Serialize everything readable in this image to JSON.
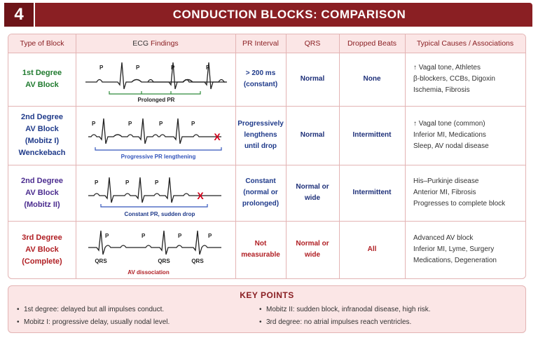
{
  "header": {
    "number": "4",
    "title": "CONDUCTION BLOCKS: COMPARISON"
  },
  "columns": {
    "type": "Type of Block",
    "ecg_a": "ECG",
    "ecg_b": "Findings",
    "pr": "PR Interval",
    "qrs": "QRS",
    "dropped": "Dropped Beats",
    "causes": "Typical Causes / Associations"
  },
  "rows": [
    {
      "type": "1st Degree\nAV Block",
      "ecg_caption": "Prolonged PR",
      "p_label": "P",
      "pr": "> 200 ms\n(constant)",
      "qrs": "Normal",
      "dropped": "None",
      "causes": "↑ Vagal tone, Athletes\nβ-blockers, CCBs, Digoxin\nIschemia, Fibrosis"
    },
    {
      "type": "2nd Degree\nAV Block\n(Mobitz I)\nWenckebach",
      "ecg_caption": "Progressive PR lengthening",
      "p_label": "P",
      "drop_mark": "X",
      "pr": "Progressively\nlengthens\nuntil drop",
      "qrs": "Normal",
      "dropped": "Intermittent",
      "causes": "↑ Vagal tone (common)\nInferior MI, Medications\nSleep, AV nodal disease"
    },
    {
      "type": "2nd Degree\nAV Block\n(Mobitz II)",
      "ecg_caption": "Constant PR, sudden drop",
      "p_label": "P",
      "drop_mark": "X",
      "pr": "Constant\n(normal or\nprolonged)",
      "qrs": "Normal or\nwide",
      "dropped": "Intermittent",
      "causes": "His–Purkinje disease\nAnterior MI, Fibrosis\nProgresses to complete block"
    },
    {
      "type": "3rd Degree\nAV Block\n(Complete)",
      "ecg_caption": "AV dissociation",
      "p_label": "P",
      "qrs_label": "QRS",
      "pr": "Not\nmeasurable",
      "qrs": "Normal or\nwide",
      "dropped": "All",
      "causes": "Advanced AV block\nInferior MI, Lyme, Surgery\nMedications, Degeneration"
    }
  ],
  "key_points": {
    "title": "KEY POINTS",
    "items": [
      "1st degree: delayed but all impulses conduct.",
      "Mobitz I: progressive delay, usually nodal level.",
      "Mobitz II: sudden block, infranodal disease, high risk.",
      "3rd degree: no atrial impulses reach ventricles."
    ]
  },
  "colors": {
    "header": "#8a1f23",
    "row1": "#1f7a2e",
    "row2": "#1f3a8a",
    "row3": "#4b2c8f",
    "row4": "#b01e23",
    "bracket_green": "#2e8b3a",
    "bracket_blue": "#3355bb",
    "drop_x": "#d0021b"
  }
}
